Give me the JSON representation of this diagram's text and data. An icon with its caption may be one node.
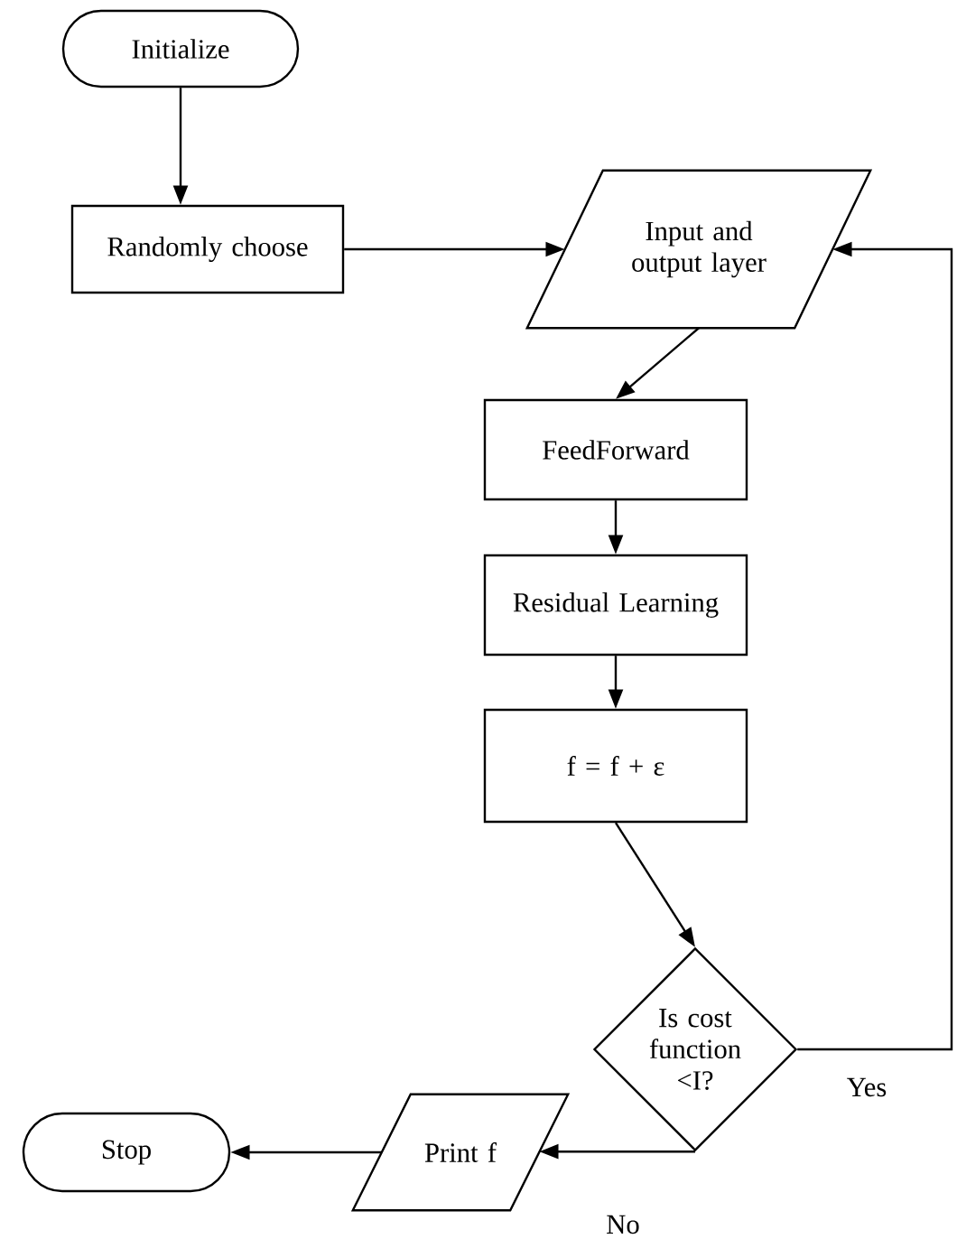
{
  "diagram": {
    "nodes": [
      {
        "text": [
          "Initialize"
        ]
      },
      {
        "text": [
          "Randomly choose"
        ]
      },
      {
        "text": [
          "Input and output layer"
        ]
      },
      {
        "text": [
          "FeedForward"
        ]
      },
      {
        "text": [
          "Residual Learning"
        ]
      },
      {
        "text": [
          "f = f + ε"
        ]
      },
      {
        "text": [
          "Is cost function <I?"
        ]
      },
      {
        "text": [
          "Print f"
        ]
      },
      {
        "text": [
          "Stop"
        ]
      }
    ],
    "edges": [
      {
        "from": 0,
        "to": 1,
        "arrow": "to"
      },
      {
        "from": 1,
        "to": 2,
        "arrow": "to"
      },
      {
        "from": 2,
        "to": 3,
        "arrow": "to"
      },
      {
        "from": 3,
        "to": 4,
        "arrow": "to"
      },
      {
        "from": 4,
        "to": 5,
        "arrow": "to"
      },
      {
        "from": 5,
        "to": 6,
        "arrow": "to"
      },
      {
        "from": 6,
        "to": 2,
        "arrow": "to",
        "label": "Yes"
      },
      {
        "from": 6,
        "to": 7,
        "arrow": "to",
        "label": "No"
      },
      {
        "from": 7,
        "to": 8,
        "arrow": "to"
      }
    ]
  }
}
